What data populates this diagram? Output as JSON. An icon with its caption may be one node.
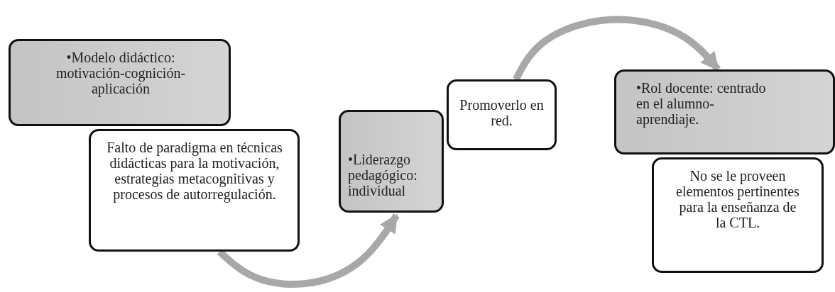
{
  "diagram": {
    "nodes": [
      {
        "text": [
          "•Modelo didáctico: motivación-cognición-aplicación"
        ]
      },
      {
        "text": [
          "Falto de paradigma en técnicas didácticas para la motivación, estrategias metacognitivas y procesos de autorregulación."
        ]
      },
      {
        "text": [
          "•Liderazgo pedagógico: individual"
        ]
      },
      {
        "text": [
          "Promoverlo en red."
        ]
      },
      {
        "text": [
          "•Rol docente: centrado en el alumno-aprendiaje."
        ]
      },
      {
        "text": [
          "No se le proveen elementos pertinentes para la enseñanza de la CTL."
        ]
      }
    ],
    "edges": [
      {
        "from": 1,
        "to": 2,
        "arrow": "to"
      },
      {
        "from": 3,
        "to": 4,
        "arrow": "to"
      }
    ]
  }
}
